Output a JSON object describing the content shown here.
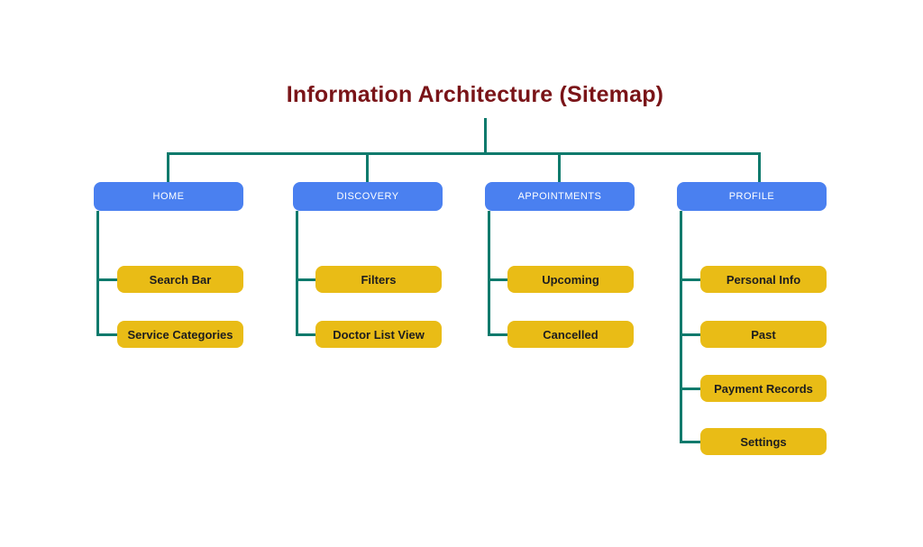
{
  "title": "Information Architecture (Sitemap)",
  "palette": {
    "background": "#ffffff",
    "title_color": "#7a1418",
    "parent_fill": "#4a80f0",
    "parent_text": "#ffffff",
    "child_fill": "#e9bc16",
    "child_text": "#1d1d1f",
    "connector": "#0d7a6c"
  },
  "tree": [
    {
      "label": "HOME",
      "children": [
        "Search Bar",
        "Service Categories"
      ]
    },
    {
      "label": "DISCOVERY",
      "children": [
        "Filters",
        "Doctor List View"
      ]
    },
    {
      "label": "APPOINTMENTS",
      "children": [
        "Upcoming",
        "Cancelled"
      ]
    },
    {
      "label": "PROFILE",
      "children": [
        "Personal Info",
        "Past",
        "Payment Records",
        "Settings"
      ]
    }
  ]
}
